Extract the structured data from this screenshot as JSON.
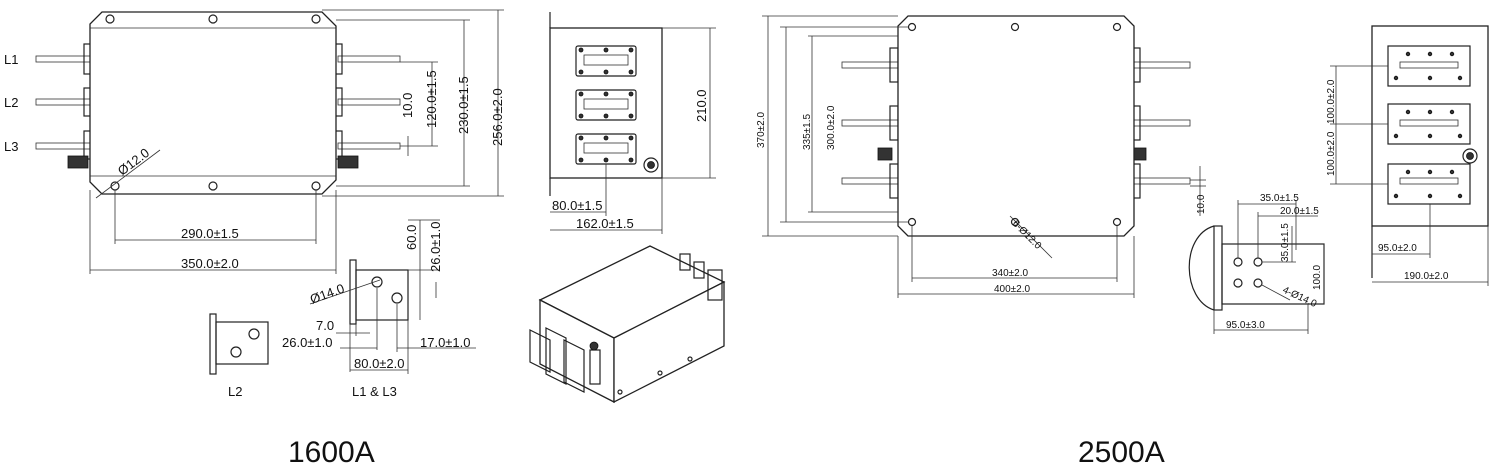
{
  "titles": {
    "left": "1600A",
    "right": "2500A"
  },
  "left": {
    "terminals": [
      "L1",
      "L2",
      "L3"
    ],
    "hole_dia": "Ø12.0",
    "dim_290": "290.0±1.5",
    "dim_350": "350.0±2.0",
    "dim_10": "10.0",
    "dim_120": "120.0±1.5",
    "dim_230": "230.0±1.5",
    "dim_256": "256.0±2.0",
    "side_210": "210.0",
    "side_80": "80.0±1.5",
    "side_162": "162.0±1.5",
    "busbar": {
      "hole": "Ø14.0",
      "d60": "60.0",
      "d26v": "26.0±1.0",
      "d7": "7.0",
      "d26h": "26.0±1.0",
      "d17": "17.0±1.0",
      "d80": "80.0±2.0",
      "label_l2": "L2",
      "label_l13": "L1 & L3"
    }
  },
  "right": {
    "d370": "370±2.0",
    "d335": "335±1.5",
    "d300": "300.0±2.0",
    "hole": "6-Ø12.0",
    "d340": "340±2.0",
    "d400": "400±2.0",
    "d10": "10.0",
    "busbar": {
      "d35h": "35.0±1.5",
      "d20": "20.0±1.5",
      "d35v": "35.0±1.5",
      "d100": "100.0",
      "hole": "4-Ø14.0",
      "d95": "95.0±3.0"
    },
    "side": {
      "d100a": "100.0±2.0",
      "d100b": "100.0±2.0",
      "d95": "95.0±2.0",
      "d190": "190.0±2.0"
    }
  }
}
